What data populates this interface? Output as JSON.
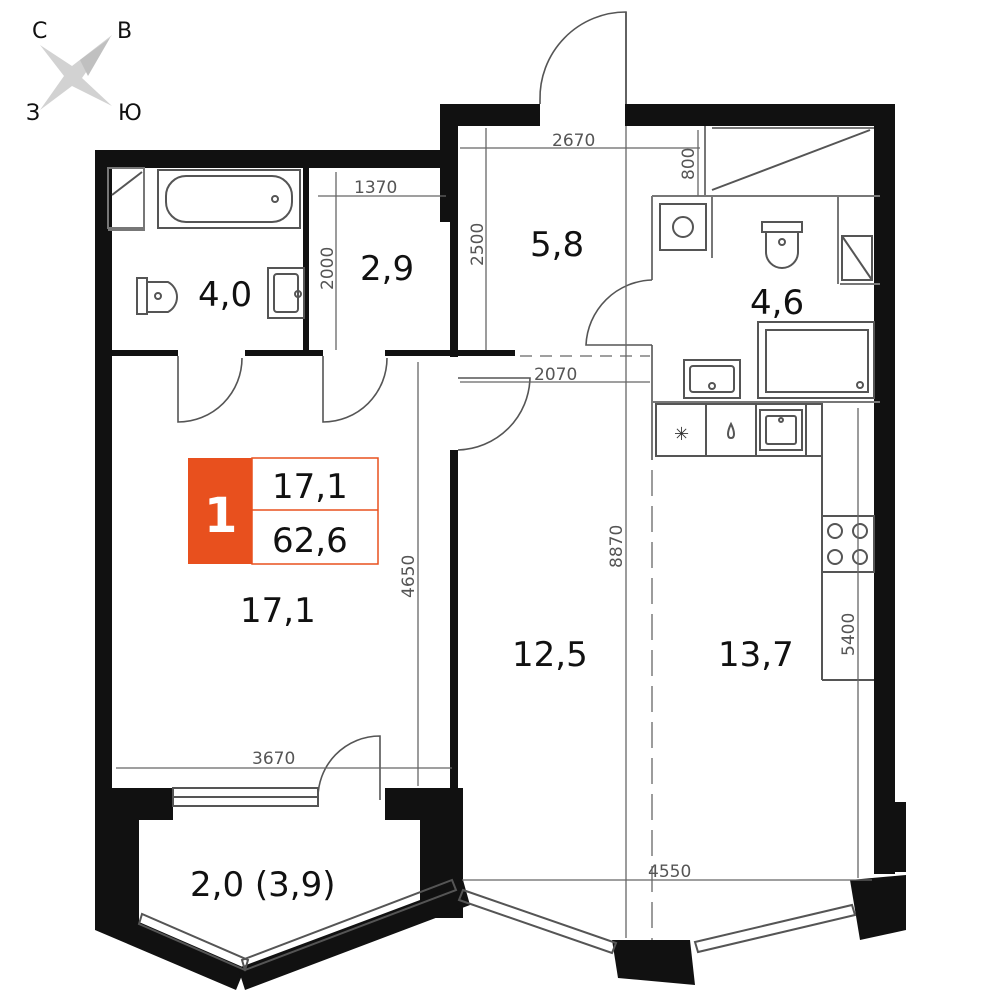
{
  "compass": {
    "north": "С",
    "east": "В",
    "west": "З",
    "south": "Ю"
  },
  "badge": {
    "rooms": "1",
    "living_area": "17,1",
    "total_area": "62,6",
    "accent_color": "#e8501e"
  },
  "rooms": {
    "bathroom_1": "4,0",
    "wardrobe": "2,9",
    "hall": "5,8",
    "bathroom_2": "4,6",
    "bedroom": "17,1",
    "corridor_living": "12,5",
    "kitchen": "13,7",
    "balcony": "2,0 (3,9)"
  },
  "dimensions": {
    "d2670": "2670",
    "d800": "800",
    "d1370": "1370",
    "d2000": "2000",
    "d2500": "2500",
    "d2070": "2070",
    "d4650": "4650",
    "d8870": "8870",
    "d5400": "5400",
    "d3670": "3670",
    "d4550": "4550"
  }
}
